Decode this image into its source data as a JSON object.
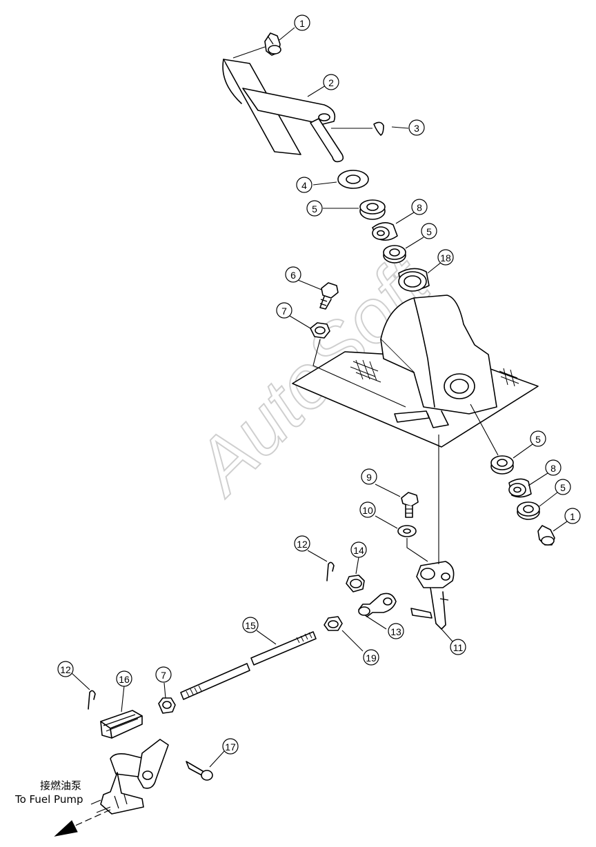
{
  "diagram": {
    "callouts": [
      {
        "id": "c1a",
        "label": "1"
      },
      {
        "id": "c2",
        "label": "2"
      },
      {
        "id": "c3",
        "label": "3"
      },
      {
        "id": "c4",
        "label": "4"
      },
      {
        "id": "c5a",
        "label": "5"
      },
      {
        "id": "c8a",
        "label": "8"
      },
      {
        "id": "c5b",
        "label": "5"
      },
      {
        "id": "c18",
        "label": "18"
      },
      {
        "id": "c6",
        "label": "6"
      },
      {
        "id": "c7a",
        "label": "7"
      },
      {
        "id": "c5c",
        "label": "5"
      },
      {
        "id": "c8b",
        "label": "8"
      },
      {
        "id": "c5d",
        "label": "5"
      },
      {
        "id": "c1b",
        "label": "1"
      },
      {
        "id": "c9",
        "label": "9"
      },
      {
        "id": "c10",
        "label": "10"
      },
      {
        "id": "c12a",
        "label": "12"
      },
      {
        "id": "c14",
        "label": "14"
      },
      {
        "id": "c13",
        "label": "13"
      },
      {
        "id": "c11",
        "label": "11"
      },
      {
        "id": "c15",
        "label": "15"
      },
      {
        "id": "c19",
        "label": "19"
      },
      {
        "id": "c12b",
        "label": "12"
      },
      {
        "id": "c16",
        "label": "16"
      },
      {
        "id": "c7b",
        "label": "7"
      },
      {
        "id": "c17",
        "label": "17"
      }
    ],
    "caption_cn": "接燃油泵",
    "caption_en": "To Fuel Pump",
    "watermark": "AutoSoft"
  }
}
